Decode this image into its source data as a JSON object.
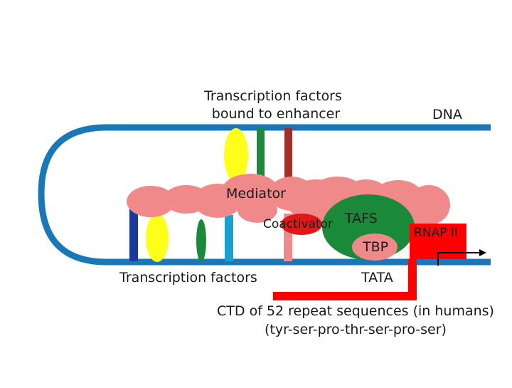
{
  "labels": {
    "tf_enhancer_line1": "Transcription factors",
    "tf_enhancer_line2": "bound to enhancer",
    "dna": "DNA",
    "mediator": "Mediator",
    "coactivator": "Coactivator",
    "tafs": "TAFS",
    "tbp": "TBP",
    "rnap": "RNAP II",
    "tf_bottom": "Transcription factors",
    "tata": "TATA",
    "ctd_line1": "CTD of 52 repeat sequences (in humans)",
    "ctd_line2": "(tyr-ser-pro-thr-ser-pro-ser)"
  },
  "colors": {
    "dna": "#1a78b8",
    "mediator": "#f08a8a",
    "tafs_tbp_complex": "#1a8a3a",
    "tbp": "#f08a8a",
    "coactivator": "#e01818",
    "rnap": "#ff0000",
    "tf_yellow": "#ffff1a",
    "tf_green": "#1a8a3a",
    "tf_brown": "#a03028",
    "tf_navy": "#1a3a9a",
    "tf_lightblue": "#1aa0d0",
    "tf_pink": "#f08a8a",
    "arrow": "#000000"
  },
  "icons": {
    "transcription_start_arrow": "right-arrow-icon"
  }
}
